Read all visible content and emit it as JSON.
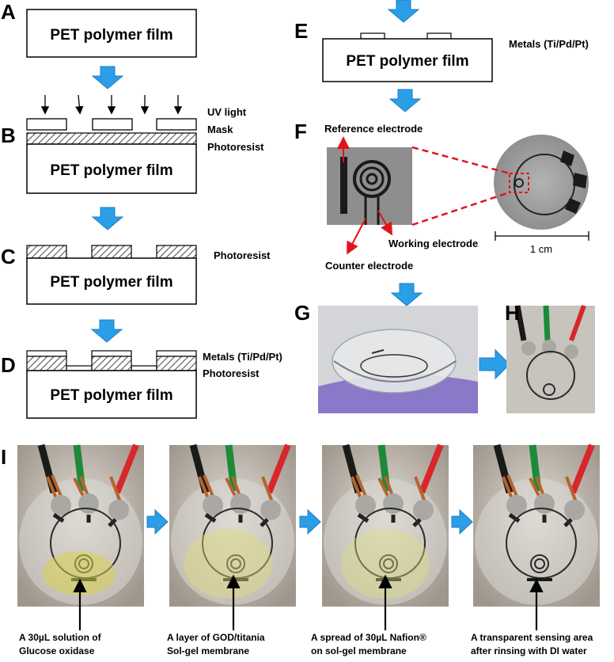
{
  "panels": {
    "a": "A",
    "b": "B",
    "c": "C",
    "d": "D",
    "e": "E",
    "f": "F",
    "g": "G",
    "h": "H",
    "i": "I"
  },
  "film_label": "PET polymer film",
  "steps": {
    "b": {
      "uv": "UV light",
      "mask": "Mask",
      "photoresist": "Photoresist"
    },
    "c": {
      "photoresist": "Photoresist"
    },
    "d": {
      "metals": "Metals (Ti/Pd/Pt)",
      "photoresist": "Photoresist"
    },
    "e": {
      "metals": "Metals (Ti/Pd/Pt)"
    }
  },
  "electrodes": {
    "reference": "Reference electrode",
    "working": "Working electrode",
    "counter": "Counter electrode",
    "scale": "1 cm"
  },
  "captions": [
    {
      "line1": "A 30µL solution of",
      "line2": "Glucose oxidase"
    },
    {
      "line1": "A layer of GOD/titania",
      "line2": "Sol-gel membrane"
    },
    {
      "line1": "A spread of 30µL Nafion®",
      "line2": "on sol-gel membrane"
    },
    {
      "line1": "A transparent sensing area",
      "line2": "after rinsing with DI water"
    }
  ],
  "colors": {
    "arrow_blue": "#2b9ee8",
    "dash_red": "#e0141b",
    "lens_purple": "#8a78c8",
    "photo_bg": "#c9c2b8"
  }
}
